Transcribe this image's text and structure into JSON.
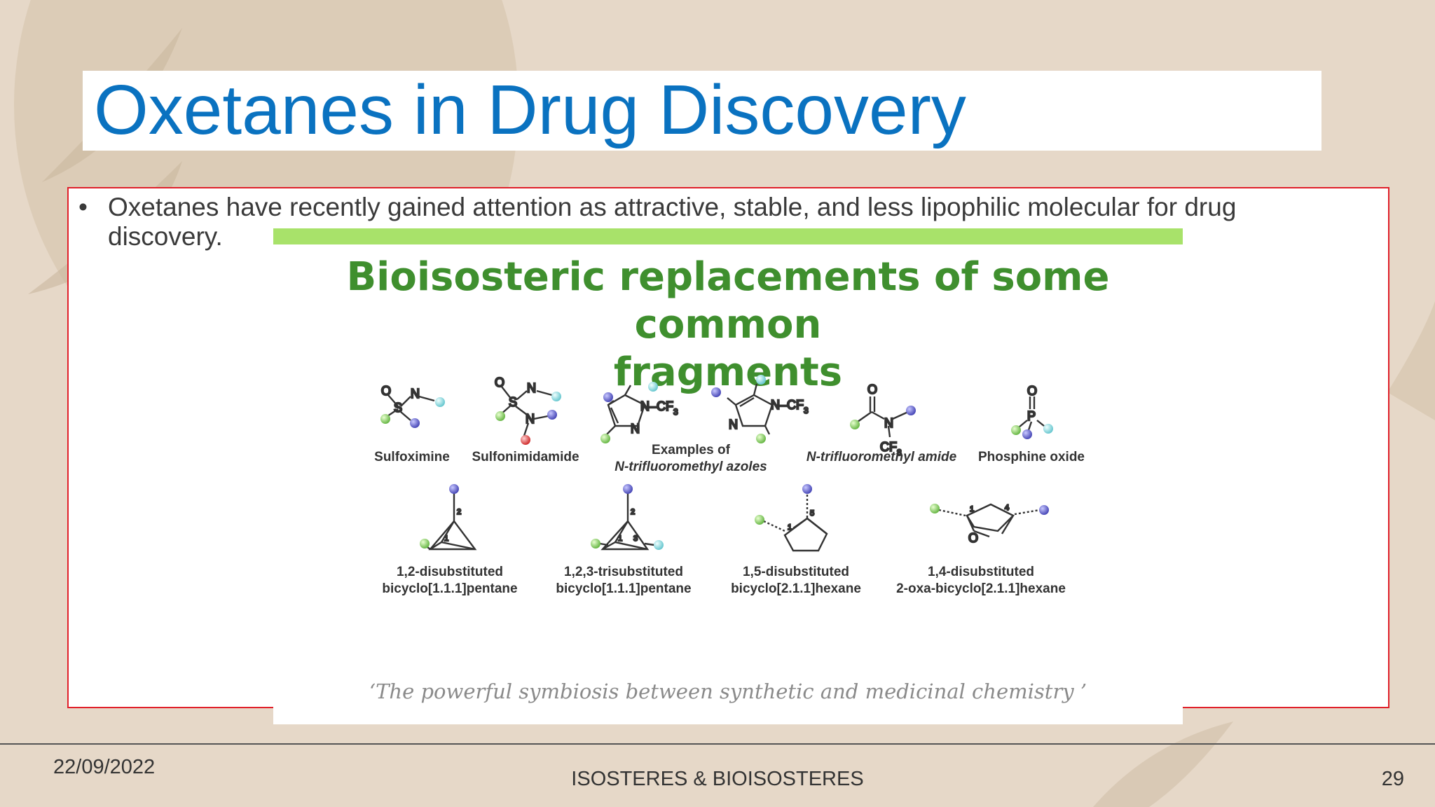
{
  "slide": {
    "title": "Oxetanes in Drug Discovery",
    "bullet_symbol": "•",
    "bullet_text": "Oxetanes have recently gained attention as attractive, stable, and less lipophilic molecular for drug discovery."
  },
  "figure": {
    "title_line1": "Bioisosteric replacements of some common",
    "title_line2": "fragments",
    "quote": "‘The powerful symbiosis between synthetic and medicinal chemistry ’",
    "labels_row1": {
      "sulfoximine": "Sulfoximine",
      "sulfonimidamide": "Sulfonimidamide",
      "azoles_line1": "Examples of",
      "azoles_line2": "N-trifluoromethyl azoles",
      "amide": "N-trifluoromethyl amide",
      "phosphine": "Phosphine oxide"
    },
    "labels_row2": {
      "bcp12_line1": "1,2-disubstituted",
      "bcp12_line2": "bicyclo[1.1.1]pentane",
      "bcp123_line1": "1,2,3-trisubstituted",
      "bcp123_line2": "bicyclo[1.1.1]pentane",
      "bch15_line1": "1,5-disubstituted",
      "bch15_line2": "bicyclo[2.1.1]hexane",
      "oxa14_line1": "1,4-disubstituted",
      "oxa14_line2": "2-oxa-bicyclo[2.1.1]hexane"
    },
    "atoms": {
      "O": "O",
      "S": "S",
      "N": "N",
      "P": "P",
      "NCF3": "N–CF",
      "CF": "CF",
      "sub3": "3",
      "n1": "1",
      "n2": "2",
      "n3": "3",
      "n4": "4",
      "n5": "5"
    },
    "colors": {
      "blue_sphere": "#6a6ad0",
      "cyan_sphere": "#8ad8e0",
      "green_sphere": "#8ad06a",
      "red_sphere": "#e05050"
    }
  },
  "footer": {
    "date": "22/09/2022",
    "center": "ISOSTERES & BIOISOSTERES",
    "page": "29"
  }
}
